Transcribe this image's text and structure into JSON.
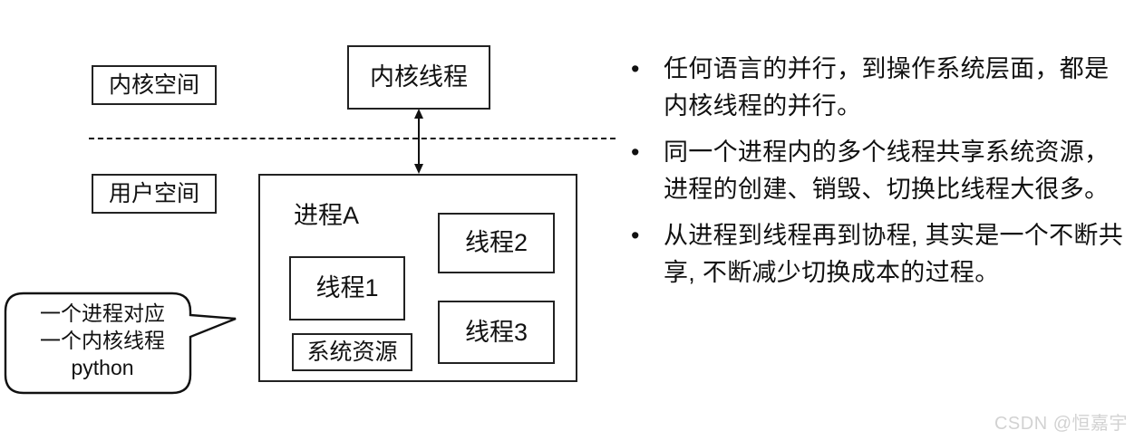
{
  "diagram": {
    "kernel_space_label": "内核空间",
    "user_space_label": "用户空间",
    "kernel_thread_label": "内核线程",
    "process_label": "进程A",
    "thread1_label": "线程1",
    "thread2_label": "线程2",
    "thread3_label": "线程3",
    "system_resource_label": "系统资源",
    "callout": {
      "line1": "一个进程对应",
      "line2": "一个内核线程",
      "line3": "python"
    },
    "colors": {
      "stroke": "#222222",
      "background": "#ffffff",
      "text": "#111111",
      "divider": "#111111",
      "watermark": "#d2d2d2"
    }
  },
  "notes": {
    "bullets": [
      {
        "marker": "•",
        "text": "任何语言的并行，到操作系统层面，都是内核线程的并行。"
      },
      {
        "marker": "•",
        "text": "同一个进程内的多个线程共享系统资源，进程的创建、销毁、切换比线程大很多。"
      },
      {
        "marker": "•",
        "text": "从进程到线程再到协程, 其实是一个不断共享, 不断减少切换成本的过程。"
      }
    ]
  },
  "watermark": {
    "text": "CSDN @恒嘉宇"
  }
}
